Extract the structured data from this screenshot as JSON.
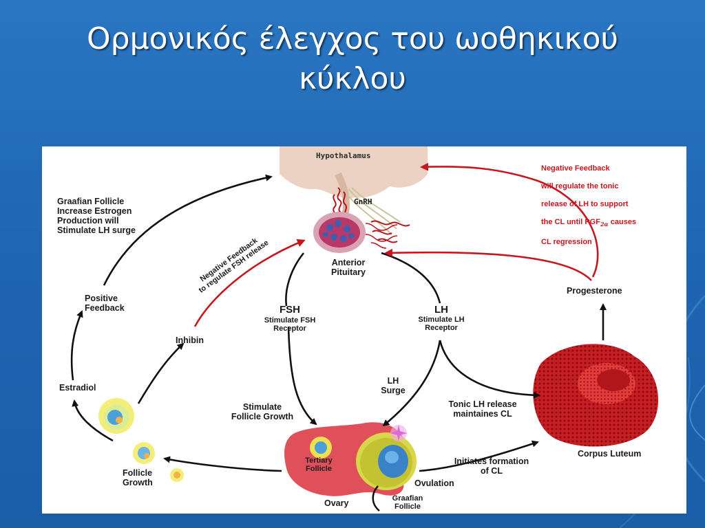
{
  "slide": {
    "title_line1": "Ορμονικός έλεγχος του ωοθηκικού",
    "title_line2": "κύκλου"
  },
  "colors": {
    "background": "#1f66b3",
    "black_arrow": "#111111",
    "red_arrow": "#c8161e",
    "corpus_luteum": "#d42a2a",
    "ovary": "#e0505a",
    "follicle_yellow": "#f0e050",
    "follicle_blue": "#4aa0d8"
  },
  "diagram": {
    "hypothalamus": "Hypothalamus",
    "gnrh": "GnRH",
    "anterior_pituitary": "Anterior\nPituitary",
    "fsh": "FSH",
    "fsh_note": "Stimulate FSH\nReceptor",
    "lh": "LH",
    "lh_note": "Stimulate LH\nReceptor",
    "lh_surge": "LH\nSurge",
    "stimulate_follicle_growth": "Stimulate\nFollicle Growth",
    "tonic_lh": "Tonic LH release\nmaintaines CL",
    "progesterone": "Progesterone",
    "corpus_luteum": "Corpus Luteum",
    "initiates_cl": "Initiates formation\nof CL",
    "ovulation": "Ovulation",
    "graafian_follicle": "Graafian\nFollicle",
    "ovary": "Ovary",
    "tertiary_follicle": "Tertiary\nFollicle",
    "follicle_growth": "Follicle\nGrowth",
    "estradiol": "Estradiol",
    "inhibin": "Inhibin",
    "positive_feedback": "Positive\nFeedback",
    "graafian_estrogen": "Graafian Follicle\nIncrease Estrogen\nProduction will\nStimulate LH surge",
    "neg_feedback_fsh": "Negative Feedback\nto regulate FSH release",
    "neg_feedback_lh_1": "Negative Feedback",
    "neg_feedback_lh_2": "will regulate the tonic",
    "neg_feedback_lh_3": "release of LH to support",
    "neg_feedback_lh_4a": "the CL until PGF",
    "neg_feedback_lh_4sub": "2α",
    "neg_feedback_lh_4b": " causes",
    "neg_feedback_lh_5": "CL regression"
  }
}
